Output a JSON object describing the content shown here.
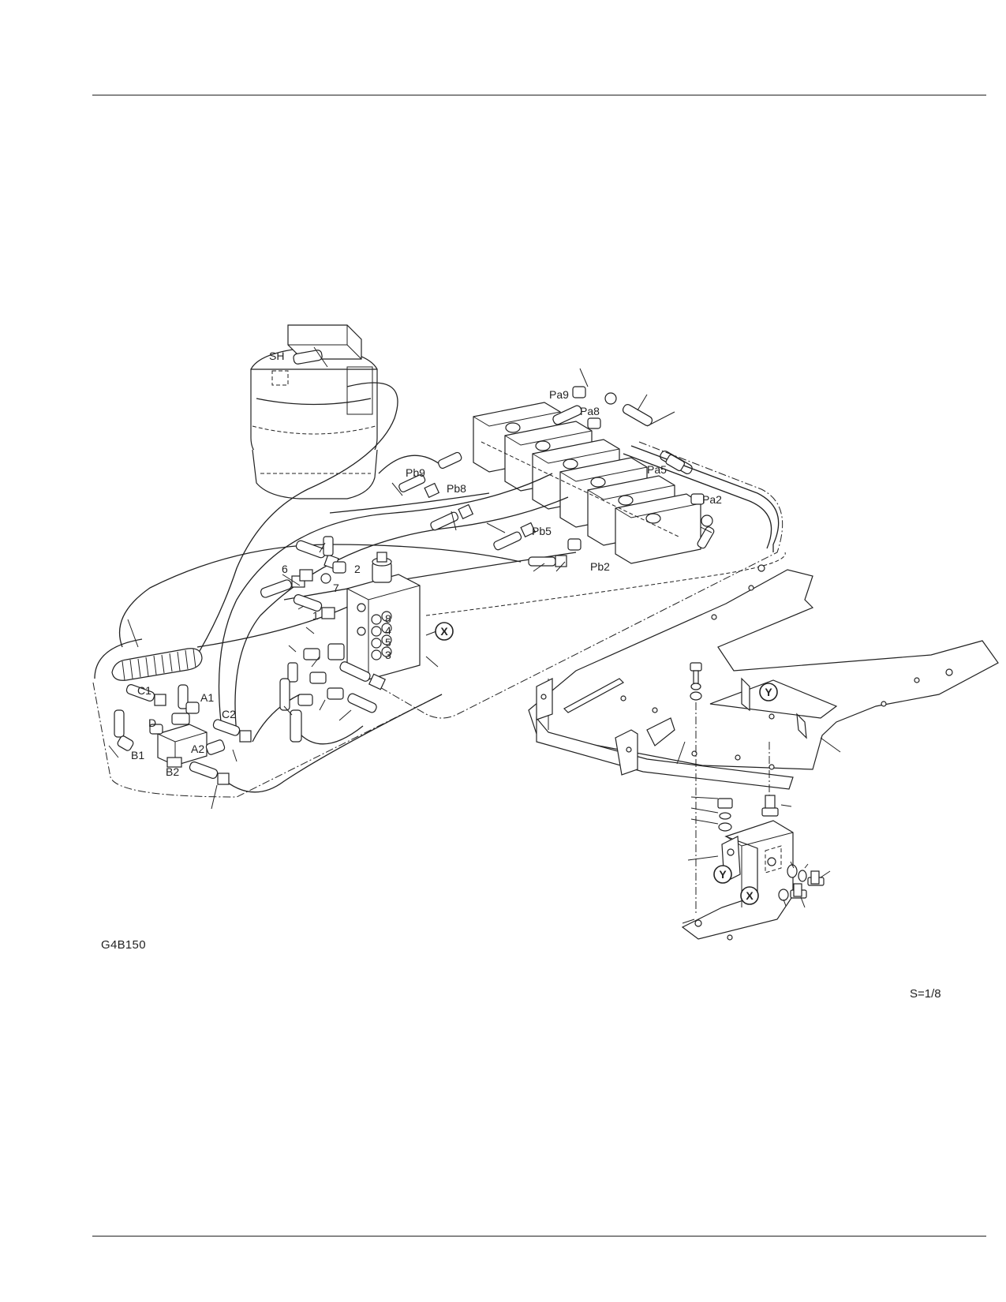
{
  "figure": {
    "id": "G4B150",
    "scale": "S=1/8"
  },
  "callouts": {
    "sh": "SH",
    "pa9": "Pa9",
    "pa8": "Pa8",
    "pa5": "Pa5",
    "pa2": "Pa2",
    "pb9": "Pb9",
    "pb8": "Pb8",
    "pb5": "Pb5",
    "pb2": "Pb2",
    "port_1": "1",
    "port_2": "2",
    "port_3": "3",
    "port_4": "4",
    "port_5": "5",
    "port_6": "6",
    "port_7": "7",
    "port_8": "8",
    "c1": "C1",
    "c2": "C2",
    "a1": "A1",
    "a2": "A2",
    "b1": "B1",
    "b2": "B2",
    "d": "D",
    "detail_x": "X",
    "detail_y": "Y"
  }
}
